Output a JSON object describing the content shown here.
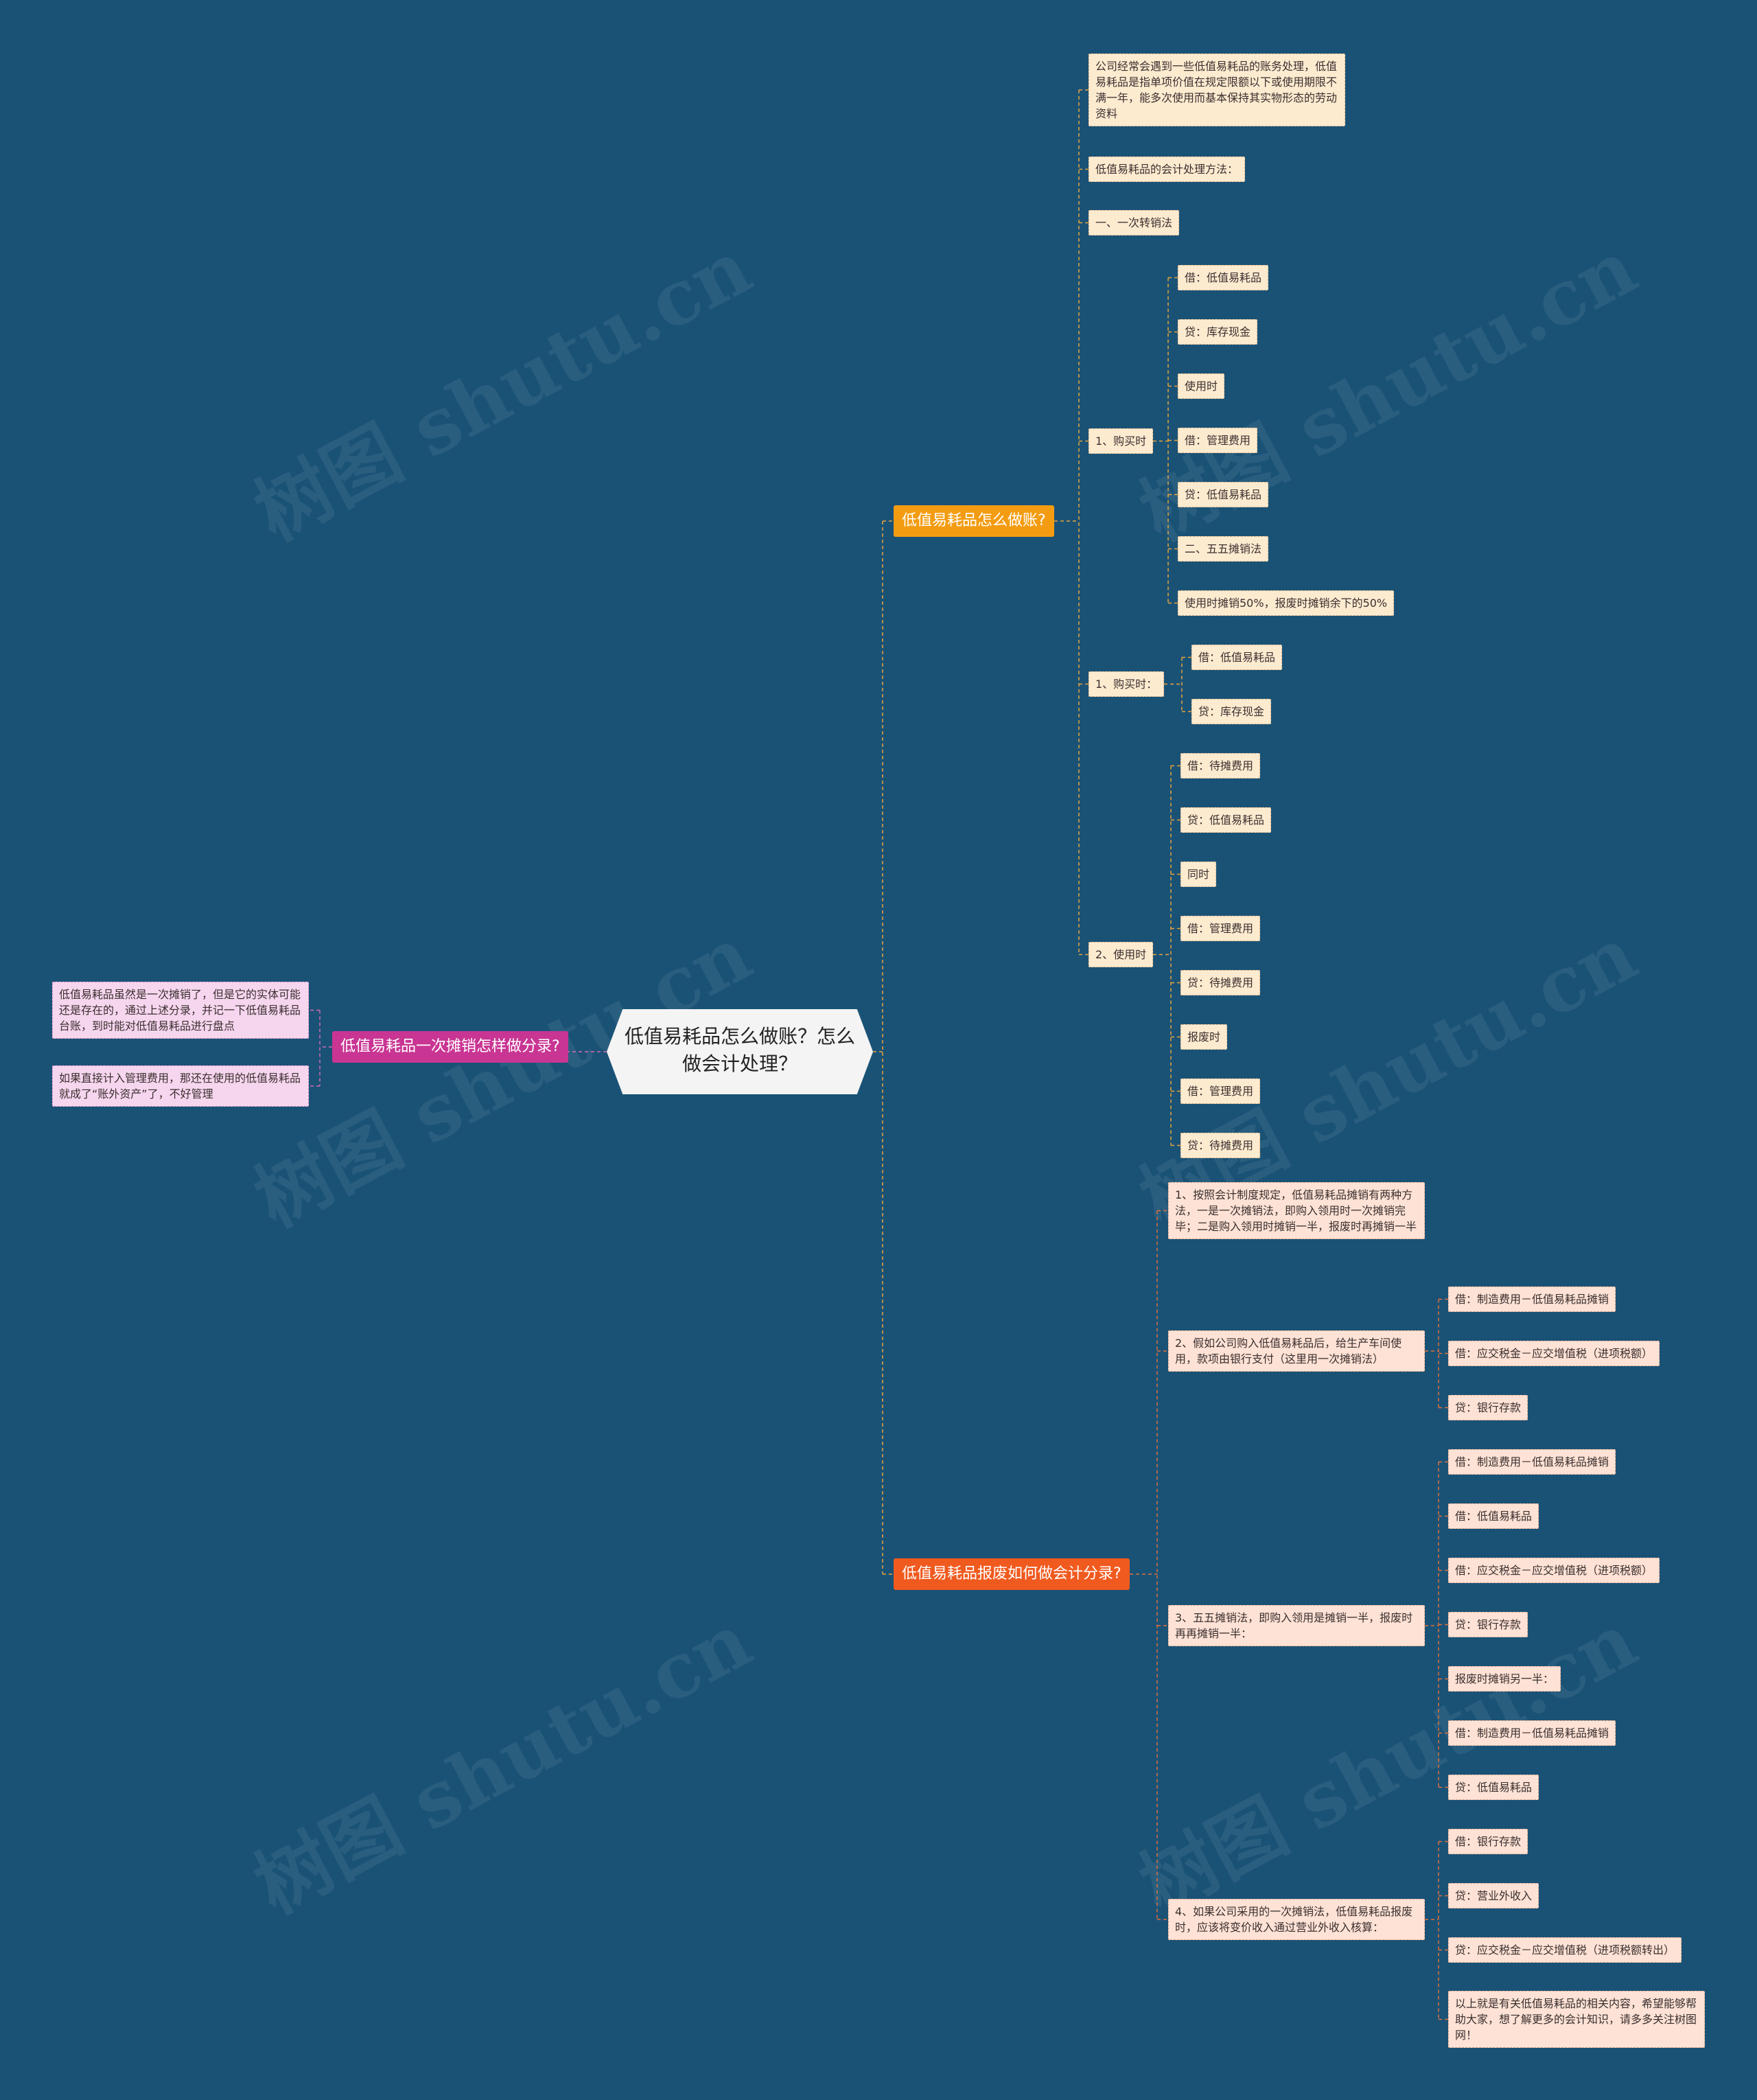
{
  "central": "低值易耗品怎么做账？怎么做会计处理？",
  "branches": {
    "b1": "低值易耗品怎么做账?",
    "b2": "低值易耗品报废如何做会计分录?",
    "b3": "低值易耗品一次摊销怎样做分录?"
  },
  "b1": {
    "intro": "公司经常会遇到一些低值易耗品的账务处理，低值易耗品是指单项价值在规定限额以下或使用期限不满一年，能多次使用而基本保持其实物形态的劳动资料",
    "methods": "低值易耗品的会计处理方法：",
    "once": "一、一次转销法",
    "buy1": {
      "label": "1、购买时",
      "items": [
        "借：低值易耗品",
        "贷：库存现金",
        "使用时",
        "借：管理费用",
        "贷：低值易耗品",
        "二、五五摊销法",
        "使用时摊销50%，报废时摊销余下的50%"
      ]
    },
    "buy2": {
      "label": "1、购买时：",
      "items": [
        "借：低值易耗品",
        "贷：库存现金"
      ]
    },
    "use": {
      "label": "2、使用时",
      "items": [
        "借：待摊费用",
        "贷：低值易耗品",
        "同时",
        "借：管理费用",
        "贷：待摊费用",
        "报废时",
        "借：管理费用",
        "贷：待摊费用"
      ]
    }
  },
  "b2": {
    "p1": "1、按照会计制度规定，低值易耗品摊销有两种方法，一是一次摊销法，即购入领用时一次摊销完毕；二是购入领用时摊销一半，报废时再摊销一半",
    "p2": {
      "label": "2、假如公司购入低值易耗品后，给生产车间使用，款项由银行支付（这里用一次摊销法）",
      "items": [
        "借：制造费用－低值易耗品摊销",
        "借：应交税金－应交增值税（进项税额）",
        "贷：银行存款"
      ]
    },
    "p3": {
      "label": "3、五五摊销法，即购入领用是摊销一半，报废时再再摊销一半：",
      "items": [
        "借：制造费用－低值易耗品摊销",
        "借：低值易耗品",
        "借：应交税金－应交增值税（进项税额）",
        "贷：银行存款",
        "报废时摊销另一半：",
        "借：制造费用－低值易耗品摊销",
        "贷：低值易耗品"
      ]
    },
    "p4": {
      "label": "4、如果公司采用的一次摊销法，低值易耗品报废时，应该将变价收入通过营业外收入核算：",
      "items": [
        "借：银行存款",
        "贷：营业外收入",
        "贷：应交税金－应交增值税（进项税额转出）",
        "以上就是有关低值易耗品的相关内容，希望能够帮助大家，想了解更多的会计知识，请多多关注树图网！"
      ]
    }
  },
  "b3": {
    "items": [
      "低值易耗品虽然是一次摊销了，但是它的实体可能还是存在的，通过上述分录，并记一下低值易耗品台账，到时能对低值易耗品进行盘点",
      "如果直接计入管理费用，那还在使用的低值易耗品就成了“账外资产”了，不好管理"
    ]
  },
  "watermark": "树图 shutu.cn"
}
